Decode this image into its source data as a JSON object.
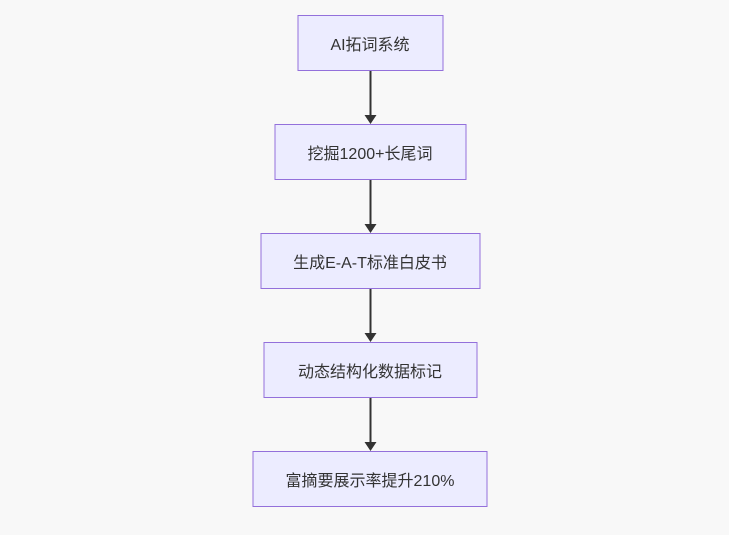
{
  "diagram": {
    "type": "flowchart-vertical",
    "nodes": [
      {
        "id": "node-1",
        "label": "AI拓词系统"
      },
      {
        "id": "node-2",
        "label": "挖掘1200+长尾词"
      },
      {
        "id": "node-3",
        "label": "生成E-A-T标准白皮书"
      },
      {
        "id": "node-4",
        "label": "动态结构化数据标记"
      },
      {
        "id": "node-5",
        "label": "富摘要展示率提升210%"
      }
    ],
    "edges": [
      {
        "from": "node-1",
        "to": "node-2"
      },
      {
        "from": "node-2",
        "to": "node-3"
      },
      {
        "from": "node-3",
        "to": "node-4"
      },
      {
        "from": "node-4",
        "to": "node-5"
      }
    ],
    "colors": {
      "background": "#f8f8f8",
      "node_fill": "#ececff",
      "node_border": "#9370db",
      "node_text": "#333333",
      "arrow": "#333333"
    }
  }
}
